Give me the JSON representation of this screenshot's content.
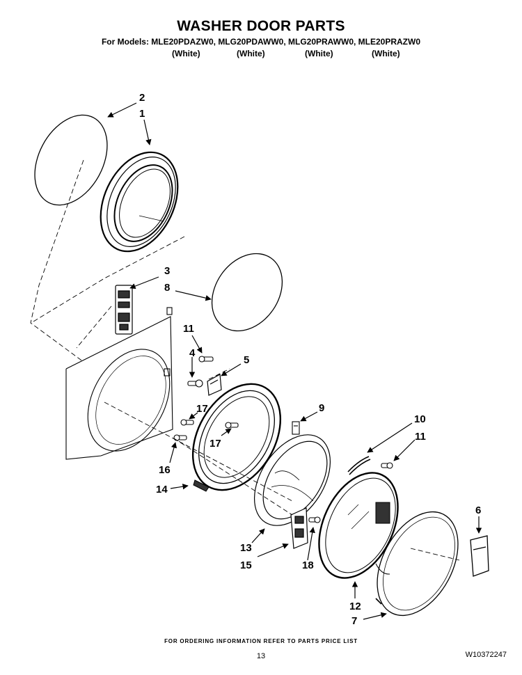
{
  "header": {
    "title": "WASHER DOOR PARTS",
    "models_line": "For Models: MLE20PDAZW0, MLG20PDAWW0, MLG20PRAWW0, MLE20PRAZW0",
    "colors": [
      "(White)",
      "(White)",
      "(White)",
      "(White)"
    ]
  },
  "callouts": [
    "2",
    "1",
    "3",
    "8",
    "11",
    "4",
    "5",
    "17",
    "9",
    "10",
    "11",
    "17",
    "16",
    "14",
    "6",
    "13",
    "15",
    "18",
    "12",
    "7"
  ],
  "footer": {
    "note": "FOR ORDERING INFORMATION REFER TO PARTS PRICE LIST",
    "page_number": "13",
    "document_number": "W10372247"
  }
}
